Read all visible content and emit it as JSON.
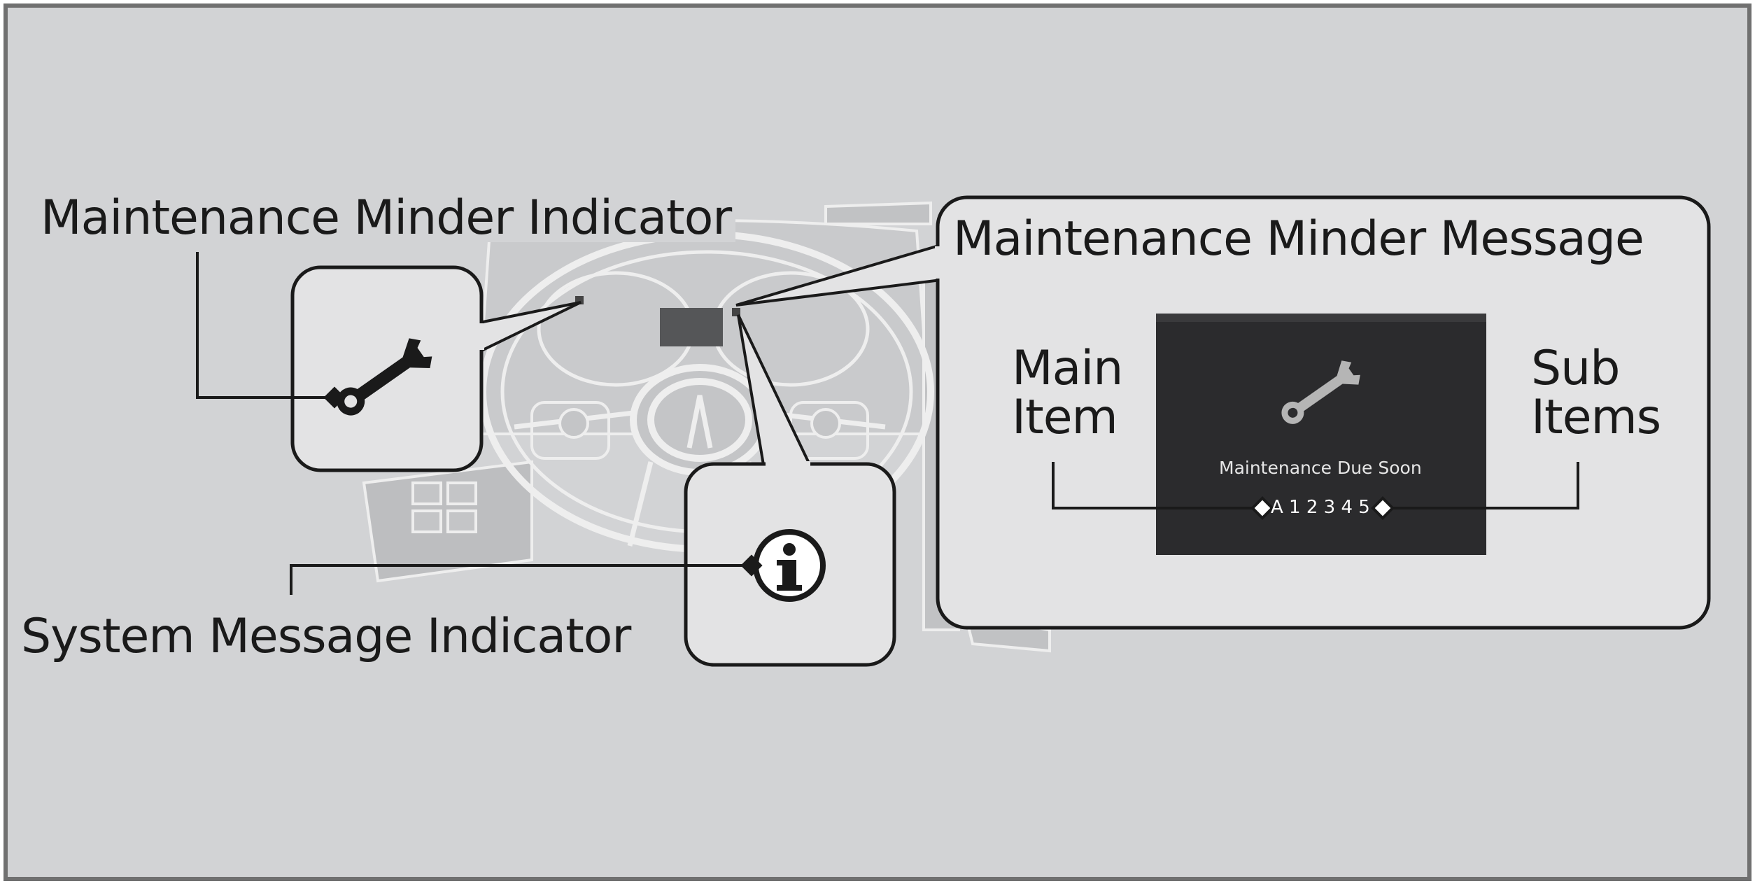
{
  "labels": {
    "maintenance_minder_indicator": "Maintenance Minder Indicator",
    "maintenance_minder_message": "Maintenance Minder Message",
    "system_message_indicator": "System Message Indicator",
    "main_item": [
      "Main",
      "Item"
    ],
    "sub_items": [
      "Sub",
      "Items"
    ]
  },
  "display": {
    "message": "Maintenance Due Soon",
    "codes": "A 1 2 3 4 5"
  },
  "icons": {
    "wrench": "wrench-icon",
    "info": "info-icon"
  },
  "colors": {
    "background": "#d2d3d5",
    "panel": "#e3e3e4",
    "outline": "#1a1a1a",
    "screen": "#2b2b2d"
  }
}
